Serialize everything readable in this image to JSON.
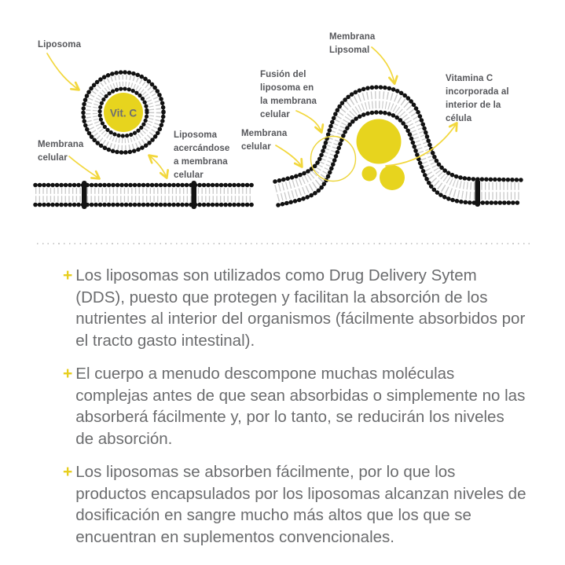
{
  "diagram": {
    "left": {
      "liposoma_label": "Liposoma",
      "vit_c_label": "Vit. C",
      "membrana_celular_label": "Membrana\ncelular",
      "acercandose_label": "Liposoma\nacercándose\na membrana\ncelular"
    },
    "right": {
      "membrana_lipsomal_label": "Membrana\nLipsomal",
      "fusion_label": "Fusión del\nliposoma en\nla membrana\ncelular",
      "membrana_celular_label": "Membrana\ncelular",
      "vitamina_label": "Vitamina C\nincorporada al\ninterior de la\ncélula"
    }
  },
  "content": {
    "plus_glyph": "+",
    "bullets": [
      {
        "text": "Los liposomas son utilizados como Drug Delivery Sytem (DDS), puesto que protegen y facilitan la absorción de los  nutrientes al interior del organismos (fácilmente absorbidos por el tracto gasto intestinal)."
      },
      {
        "text": "El cuerpo a menudo descompone muchas moléculas complejas antes de que sean absorbidas o simplemente no las absorberá fácilmente y, por lo tanto, se reducirán los niveles de absorción."
      },
      {
        "text": "Los liposomas se absorben fácilmente, por lo que los productos encapsulados por los liposomas alcanzan niveles de dosificación en sangre mucho más altos que los que se encuentran en suplementos convencionales."
      }
    ]
  },
  "colors": {
    "vitamin_yellow": "#E7D41E",
    "arrow_yellow": "#F2D73C",
    "plus_yellow": "#E7CE1E",
    "label_gray": "#56575B",
    "body_gray": "#6B6C6E",
    "membrane_black": "#121212",
    "lipid_tail_gray": "#C9C9C9",
    "divider_gray": "#CCCCCC"
  }
}
